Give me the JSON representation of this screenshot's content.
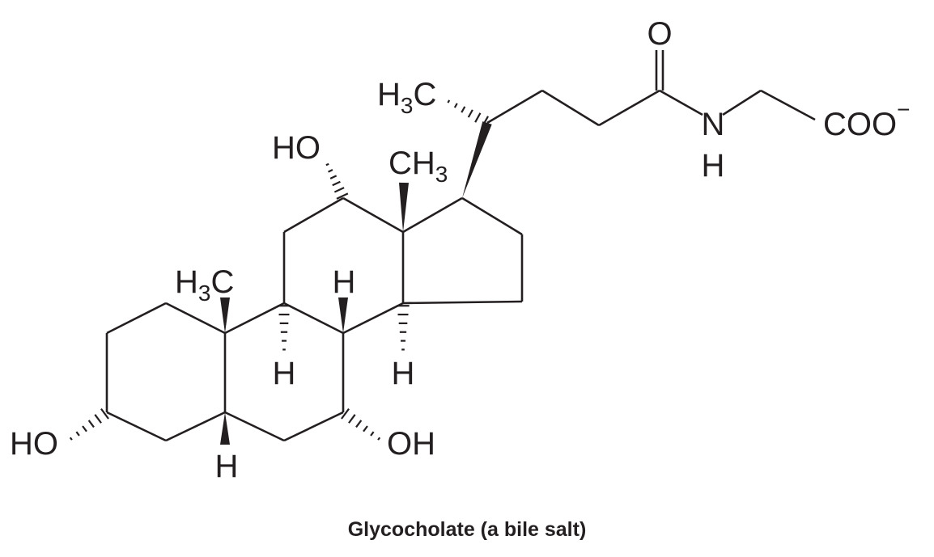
{
  "title": "Glycocholate (a bile salt)",
  "colors": {
    "ink": "#231f20",
    "background": "#ffffff"
  },
  "labels": {
    "carbonyl_o": "O",
    "side_methyl": {
      "main": "H",
      "sub": "3",
      "tail": "C"
    },
    "c12_hydroxyl": "HO",
    "c13_methyl": {
      "main": "CH",
      "sub": "3"
    },
    "amide_n": "N",
    "amide_h": "H",
    "carboxylate": {
      "main": "COO",
      "charge": "−"
    },
    "c10_methyl": {
      "main": "H",
      "sub": "3",
      "tail": "C"
    },
    "c8_h": "H",
    "c9_h": "H",
    "c14_h": "H",
    "c3_hydroxyl": "HO",
    "c7_hydroxyl": "OH",
    "c5_h": "H"
  }
}
